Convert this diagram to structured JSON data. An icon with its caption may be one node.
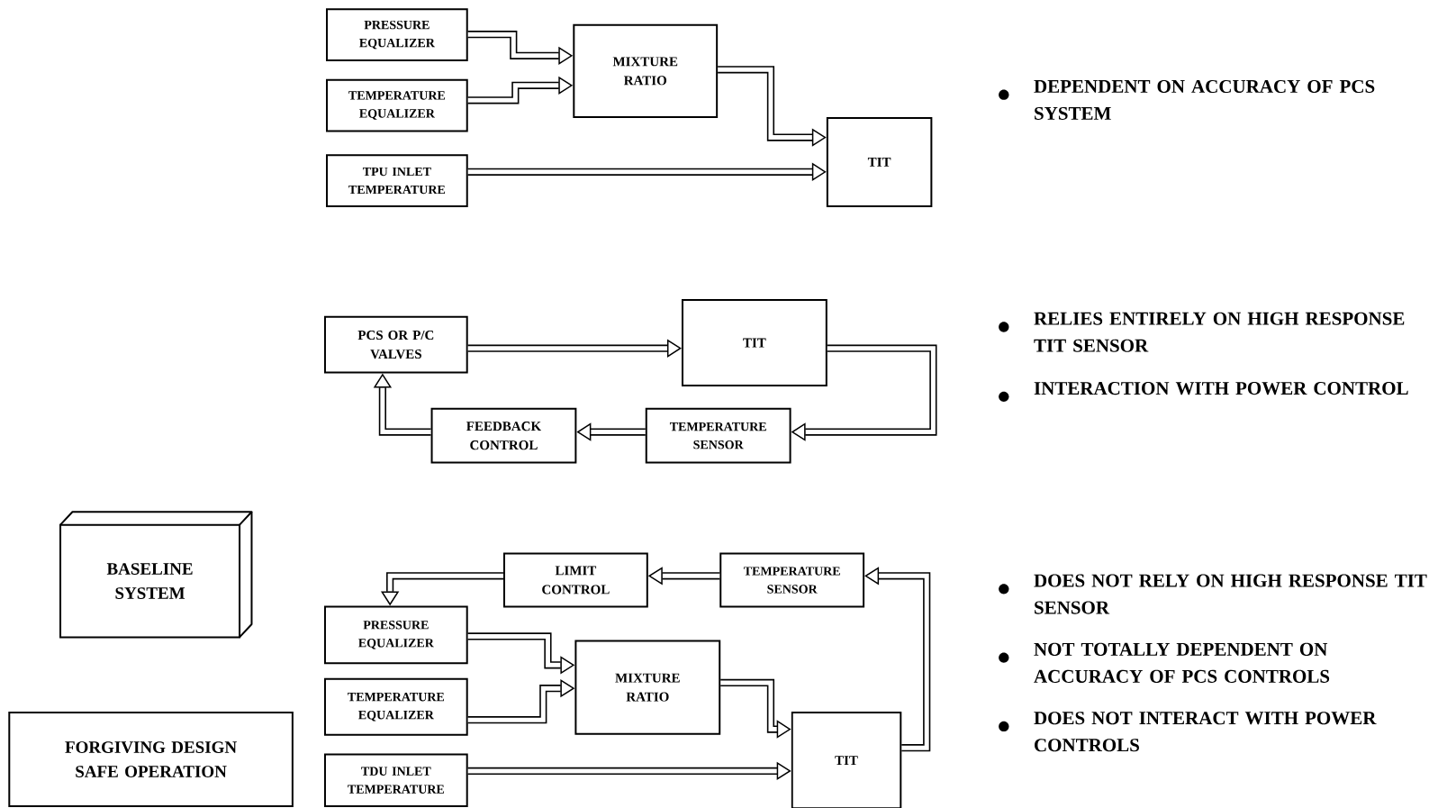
{
  "diagram": {
    "nodes": [
      {
        "text": [
          "PRESSURE EQUALIZER"
        ]
      },
      {
        "text": [
          "TEMPERATURE EQUALIZER"
        ]
      },
      {
        "text": [
          "TPU INLET TEMPERATURE"
        ]
      },
      {
        "text": [
          "MIXTURE RATIO"
        ]
      },
      {
        "text": [
          "TIT"
        ]
      },
      {
        "text": [
          "PCS OR P/C VALVES"
        ]
      },
      {
        "text": [
          "TIT"
        ]
      },
      {
        "text": [
          "FEEDBACK CONTROL"
        ]
      },
      {
        "text": [
          "TEMPERATURE SENSOR"
        ]
      },
      {
        "text": [
          "LIMIT CONTROL"
        ]
      },
      {
        "text": [
          "TEMPERATURE SENSOR"
        ]
      },
      {
        "text": [
          "PRESSURE EQUALIZER"
        ]
      },
      {
        "text": [
          "TEMPERATURE EQUALIZER"
        ]
      },
      {
        "text": [
          "MIXTURE RATIO"
        ]
      },
      {
        "text": [
          "TDU INLET TEMPERATURE"
        ]
      },
      {
        "text": [
          "TIT"
        ]
      },
      {
        "text": [
          "BASELINE SYSTEM"
        ]
      },
      {
        "text": [
          "FORGIVING DESIGN SAFE OPERATION"
        ]
      }
    ],
    "edges": [
      {
        "from": 0,
        "to": 3,
        "arrow": "to"
      },
      {
        "from": 1,
        "to": 3,
        "arrow": "to"
      },
      {
        "from": 3,
        "to": 4,
        "arrow": "to"
      },
      {
        "from": 2,
        "to": 4,
        "arrow": "to"
      },
      {
        "from": 5,
        "to": 6,
        "arrow": "to"
      },
      {
        "from": 6,
        "to": 8,
        "arrow": "to"
      },
      {
        "from": 8,
        "to": 7,
        "arrow": "to"
      },
      {
        "from": 7,
        "to": 5,
        "arrow": "to"
      },
      {
        "from": 15,
        "to": 10,
        "arrow": "to"
      },
      {
        "from": 10,
        "to": 9,
        "arrow": "to"
      },
      {
        "from": 9,
        "to": 11,
        "arrow": "to"
      },
      {
        "from": 11,
        "to": 13,
        "arrow": "to"
      },
      {
        "from": 12,
        "to": 13,
        "arrow": "to"
      },
      {
        "from": 13,
        "to": 15,
        "arrow": "to"
      },
      {
        "from": 14,
        "to": 15,
        "arrow": "to"
      }
    ],
    "labels": [
      "DEPENDENT ON ACCURACY OF PCS SYSTEM",
      "RELIES ENTIRELY ON HIGH RESPONSE TIT SENSOR",
      "INTERACTION WITH POWER CONTROL",
      "DOES NOT RELY ON HIGH RESPONSE TIT SENSOR",
      "NOT TOTALLY DEPENDENT ON ACCURACY OF PCS CONTROLS",
      "DOES NOT INTERACT WITH POWER CONTROLS"
    ]
  }
}
